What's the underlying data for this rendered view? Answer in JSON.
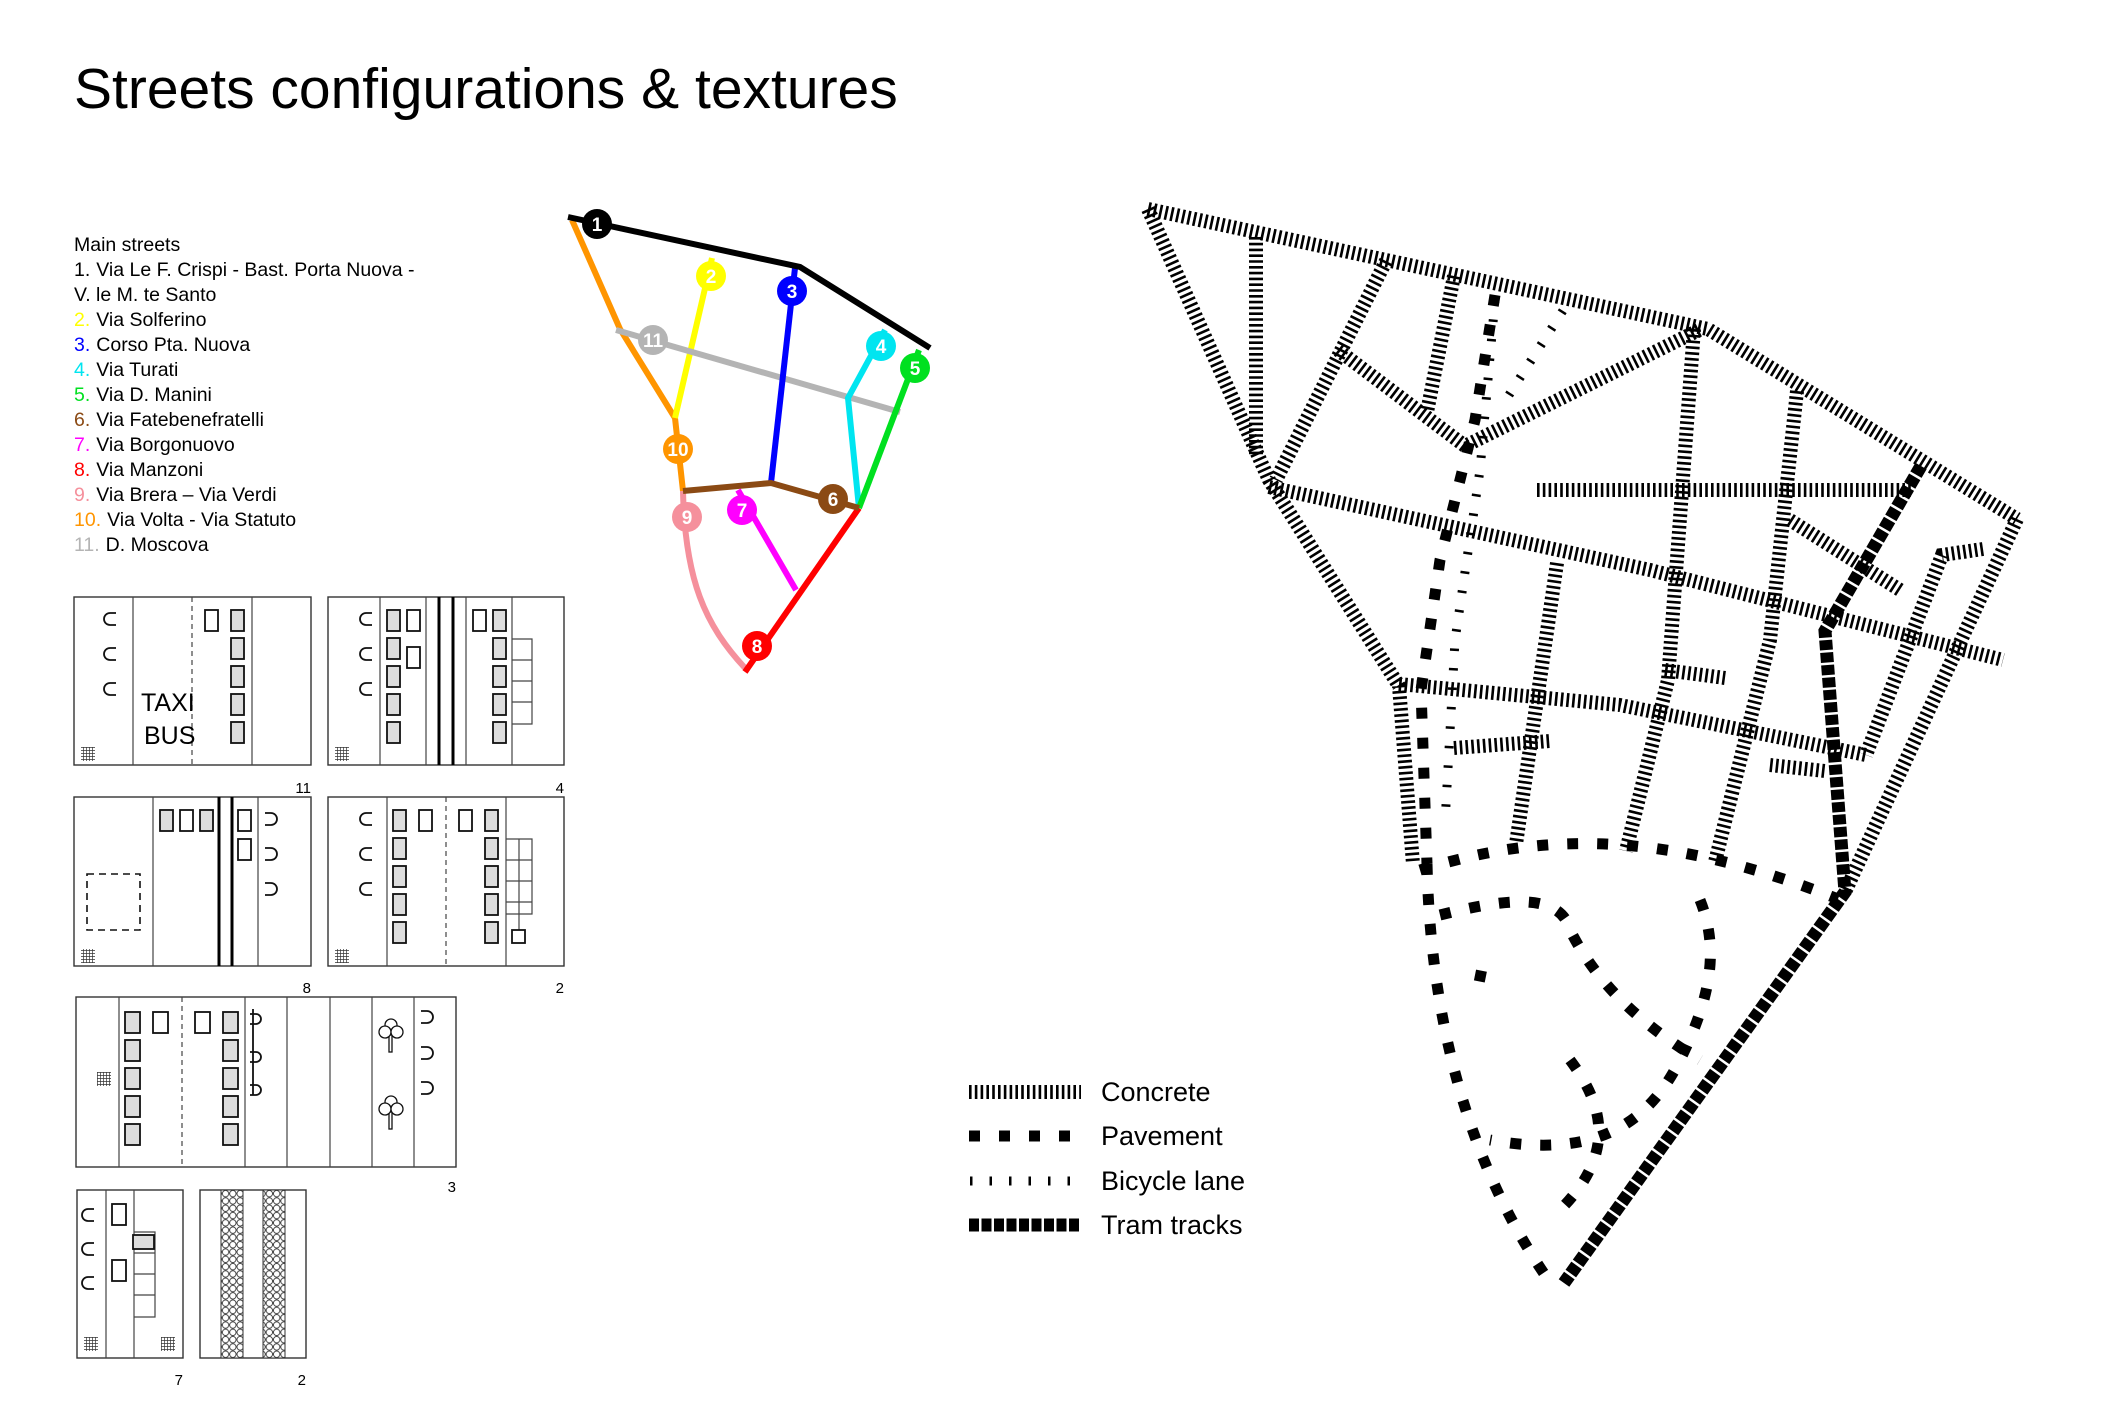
{
  "title": "Streets configurations & textures",
  "legend": {
    "heading": "Main streets",
    "items": [
      {
        "num": "1.",
        "name": "Via Le F. Crispi - Bast. Porta Nuova -",
        "name_cont": "V. le M. te Santo",
        "color": "#000000",
        "id": "1"
      },
      {
        "num": "2.",
        "name": "Via Solferino",
        "color": "#ffff00",
        "id": "2"
      },
      {
        "num": "3.",
        "name": "Corso Pta. Nuova",
        "color": "#0000ff",
        "id": "3"
      },
      {
        "num": "4.",
        "name": "Via Turati",
        "color": "#00e5f0",
        "id": "4"
      },
      {
        "num": "5.",
        "name": "Via D. Manini",
        "color": "#00e020",
        "id": "5"
      },
      {
        "num": "6.",
        "name": "Via Fatebenefratelli",
        "color": "#8b4a14",
        "id": "6"
      },
      {
        "num": "7.",
        "name": "Via Borgonuovo",
        "color": "#ff00ff",
        "id": "7"
      },
      {
        "num": "8.",
        "name": "Via Manzoni",
        "color": "#ff0000",
        "id": "8"
      },
      {
        "num": "9.",
        "name": "Via Brera – Via Verdi",
        "color": "#f5909c",
        "id": "9"
      },
      {
        "num": "10.",
        "name": "Via Volta - Via Statuto",
        "color": "#ff9500",
        "id": "10"
      },
      {
        "num": "11.",
        "name": "D. Moscova",
        "color": "#b4b4b4",
        "id": "11"
      }
    ]
  },
  "sections": [
    {
      "label": "11",
      "taxi": "TAXI",
      "bus": "BUS"
    },
    {
      "label": "4"
    },
    {
      "label": "8"
    },
    {
      "label": "2"
    },
    {
      "label": "3"
    },
    {
      "label": "7"
    },
    {
      "label": "2"
    }
  ],
  "textures": [
    {
      "label": "Concrete"
    },
    {
      "label": "Pavement"
    },
    {
      "label": "Bicycle lane"
    },
    {
      "label": "Tram tracks"
    }
  ]
}
